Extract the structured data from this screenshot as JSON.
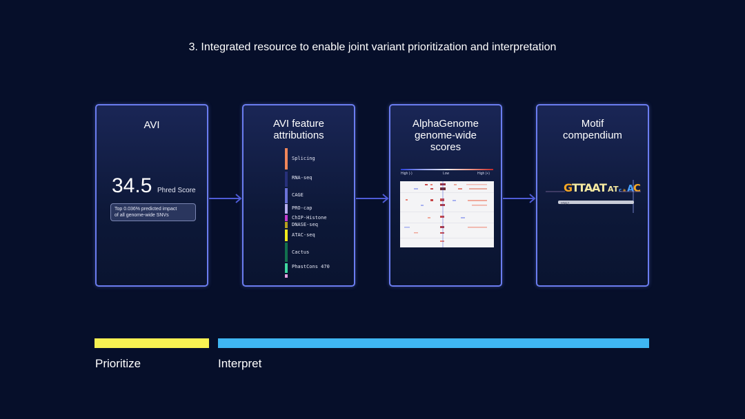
{
  "heading": "3. Integrated resource to enable joint variant prioritization and interpretation",
  "cards": {
    "avi": {
      "title": "AVI",
      "score": "34.5",
      "score_label": "Phred Score",
      "impact_line1": "Top 0.036% predicted impact",
      "impact_line2": "of all genome-wide SNVs"
    },
    "attributions": {
      "title": "AVI feature\nattributions",
      "features": [
        {
          "label": "Splicing",
          "color": "#f0865a"
        },
        {
          "label": "RNA-seq",
          "color": "#27307a"
        },
        {
          "label": "CAGE",
          "color": "#6b72d8"
        },
        {
          "label": "PRO-cap",
          "color": "#b9b0f0"
        },
        {
          "label": "ChIP-Histone",
          "color": "#c43cd0"
        },
        {
          "label": "DNASE-seq",
          "color": "#b6a11c"
        },
        {
          "label": "ATAC-seq",
          "color": "#f2ec1a"
        },
        {
          "label": "Cactus",
          "color": "#12704e"
        },
        {
          "label": "PhastCons 470",
          "color": "#40d8a0"
        }
      ]
    },
    "alphagenome": {
      "title": "AlphaGenome\ngenome-wide\nscores",
      "legend_left": "High (-)",
      "legend_mid": "Low",
      "legend_right": "High (+)"
    },
    "motif": {
      "title": "Motif\ncompendium",
      "motif_label": "HNF1"
    }
  },
  "progress": {
    "prioritize": {
      "label": "Prioritize",
      "color": "#f7f152"
    },
    "interpret": {
      "label": "Interpret",
      "color": "#3fb6f2"
    }
  }
}
